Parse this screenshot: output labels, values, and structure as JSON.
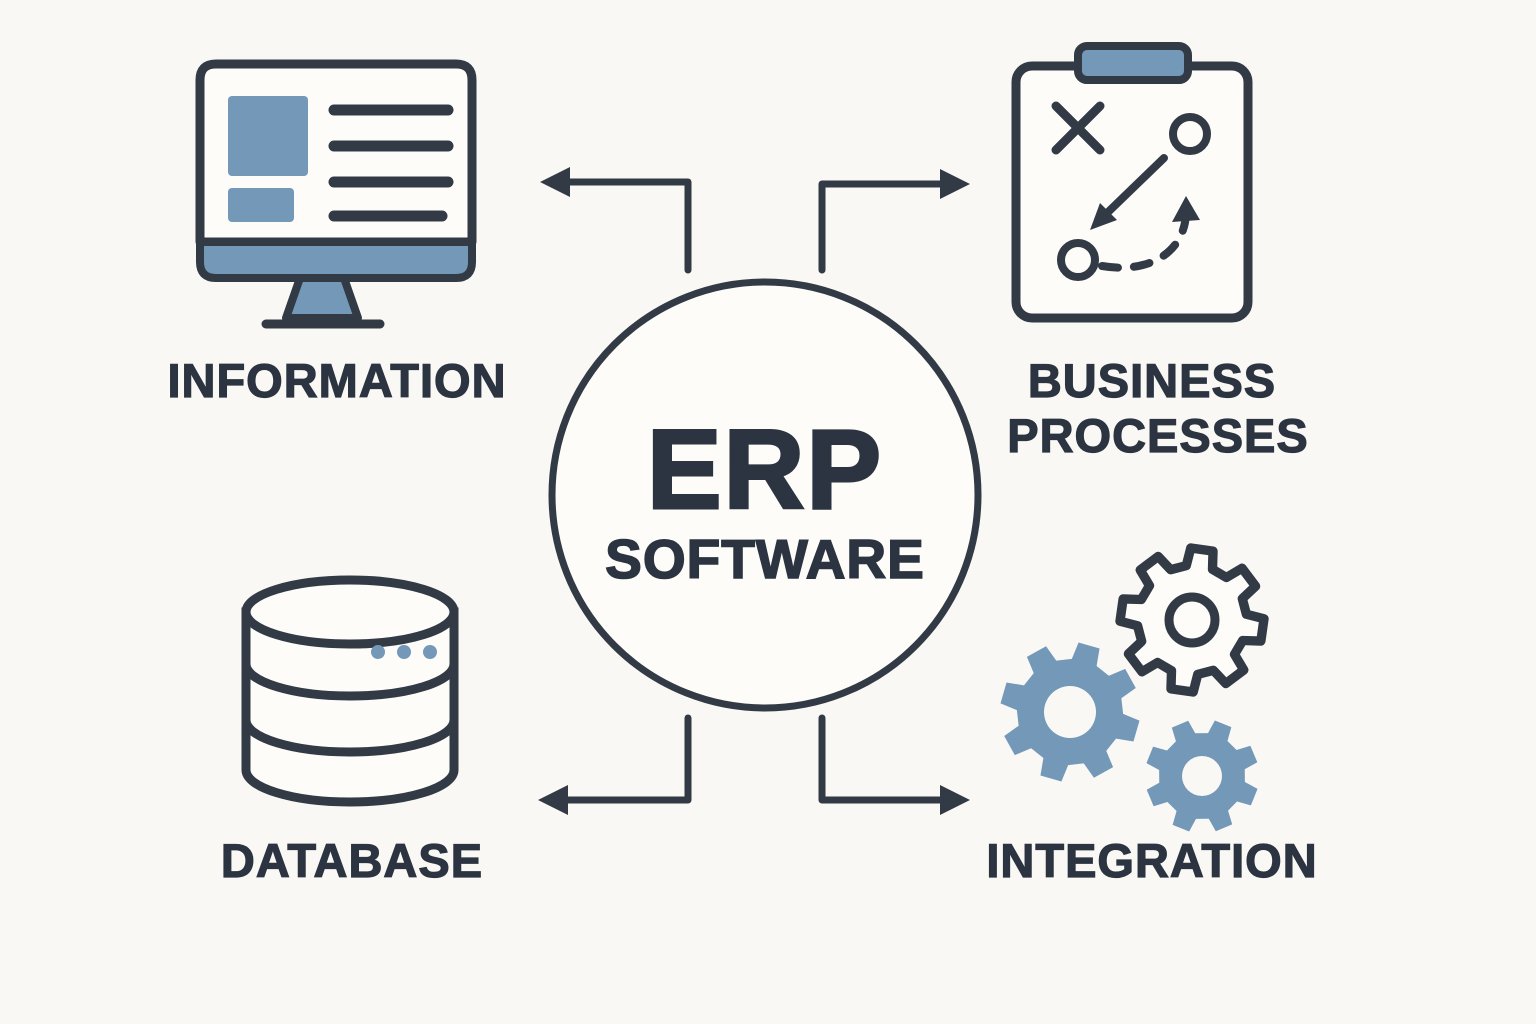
{
  "title": "ERP Software concept diagram",
  "colors": {
    "dark": "#323A45",
    "blue": "#7498B8",
    "background": "#FAF8F4",
    "panel": "#FDFCF9"
  },
  "center": {
    "title": "ERP",
    "subtitle": "SOFTWARE"
  },
  "nodes": {
    "information": {
      "label": "INFORMATION",
      "icon": "monitor-icon",
      "position": "top-left"
    },
    "business_processes": {
      "label_line1": "BUSINESS",
      "label_line2": "PROCESSES",
      "icon": "strategy-clipboard-icon",
      "position": "top-right"
    },
    "database": {
      "label": "DATABASE",
      "icon": "database-cylinder-icon",
      "position": "bottom-left"
    },
    "integration": {
      "label": "INTEGRATION",
      "icon": "gears-icon",
      "position": "bottom-right"
    }
  },
  "arrows": [
    {
      "from": "center",
      "to": "information",
      "direction": "up-left"
    },
    {
      "from": "center",
      "to": "business_processes",
      "direction": "up-right"
    },
    {
      "from": "center",
      "to": "database",
      "direction": "down-left"
    },
    {
      "from": "center",
      "to": "integration",
      "direction": "down-right"
    }
  ]
}
